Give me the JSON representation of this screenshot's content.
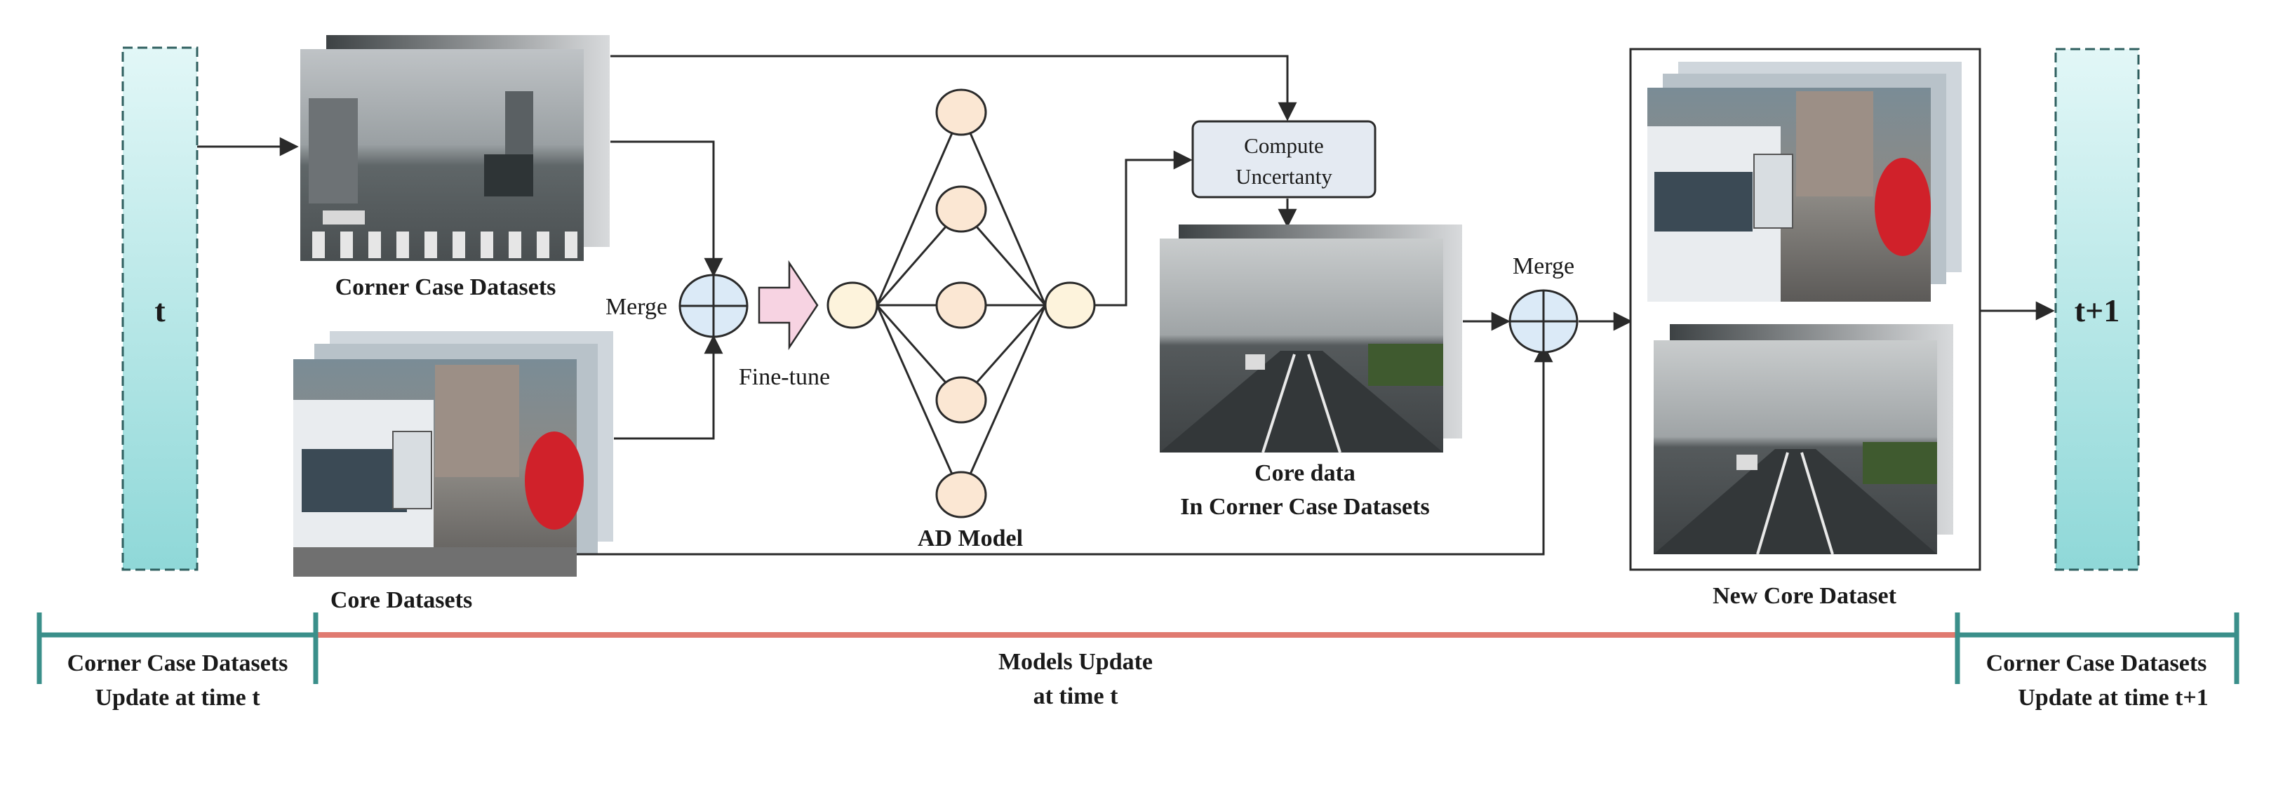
{
  "time_blocks": {
    "left": "t",
    "right": "t+1"
  },
  "datasets": {
    "corner_case": "Corner Case Datasets",
    "core": "Core Datasets",
    "core_data_line1": "Core data",
    "core_data_line2": "In Corner Case Datasets",
    "new_core": "New Core Dataset"
  },
  "ops": {
    "merge_left": "Merge",
    "merge_right": "Merge",
    "fine_tune": "Fine-tune",
    "compute_line1": "Compute",
    "compute_line2": "Uncertanty",
    "model": "AD Model"
  },
  "timeline": {
    "left_line1": "Corner Case Datasets",
    "left_line2": "Update at time t",
    "middle_line1": "Models Update",
    "middle_line2": "at time t",
    "right_line1": "Corner Case Datasets",
    "right_line2": "Update at time t+1"
  },
  "colors": {
    "time_block_top": "#e2f7f7",
    "time_block_bottom": "#8fd8d8",
    "timeline_bar": "#e07a70",
    "timeline_bracket": "#3a8f8a",
    "node_fill": "#fbe7d3",
    "merge_fill": "#dbeaf7",
    "fine_tune_arrow": "#f7d3e2",
    "compute_box": "#e4eaf2"
  }
}
